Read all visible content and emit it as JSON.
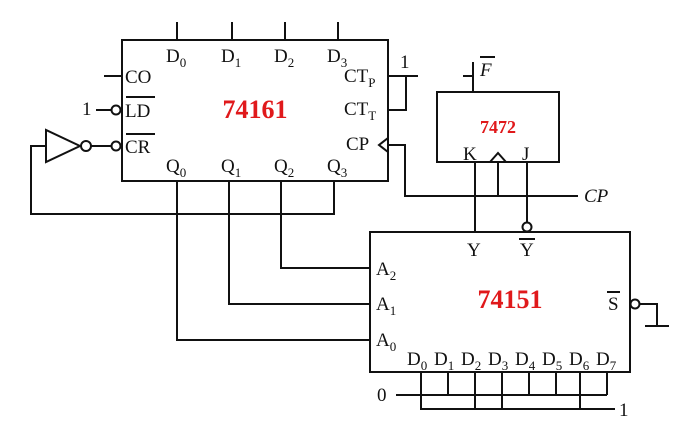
{
  "chips": {
    "counter": "74161",
    "flipflop": "7472",
    "mux": "74151"
  },
  "counter": {
    "d_pins": [
      "D",
      "D",
      "D",
      "D"
    ],
    "d_subs": [
      "0",
      "1",
      "2",
      "3"
    ],
    "q_pins": [
      "Q",
      "Q",
      "Q",
      "Q"
    ],
    "q_subs": [
      "0",
      "1",
      "2",
      "3"
    ],
    "co": "CO",
    "ld": "LD",
    "cr": "CR",
    "ctp": "CT",
    "ctp_sub": "P",
    "ctt": "CT",
    "ctt_sub": "T",
    "cp": "CP",
    "ld_const": "1",
    "ct_const": "1"
  },
  "flipflop": {
    "k": "K",
    "j": "J",
    "f": "F"
  },
  "mux": {
    "a_pins": [
      "A",
      "A",
      "A"
    ],
    "a_subs": [
      "2",
      "1",
      "0"
    ],
    "y": "Y",
    "y_bar": "Y",
    "s": "S",
    "d_pins": [
      "D",
      "D",
      "D",
      "D",
      "D",
      "D",
      "D",
      "D"
    ],
    "d_subs": [
      "0",
      "1",
      "2",
      "3",
      "4",
      "5",
      "6",
      "7"
    ],
    "const_zero": "0",
    "const_one": "1"
  },
  "clock": "CP"
}
